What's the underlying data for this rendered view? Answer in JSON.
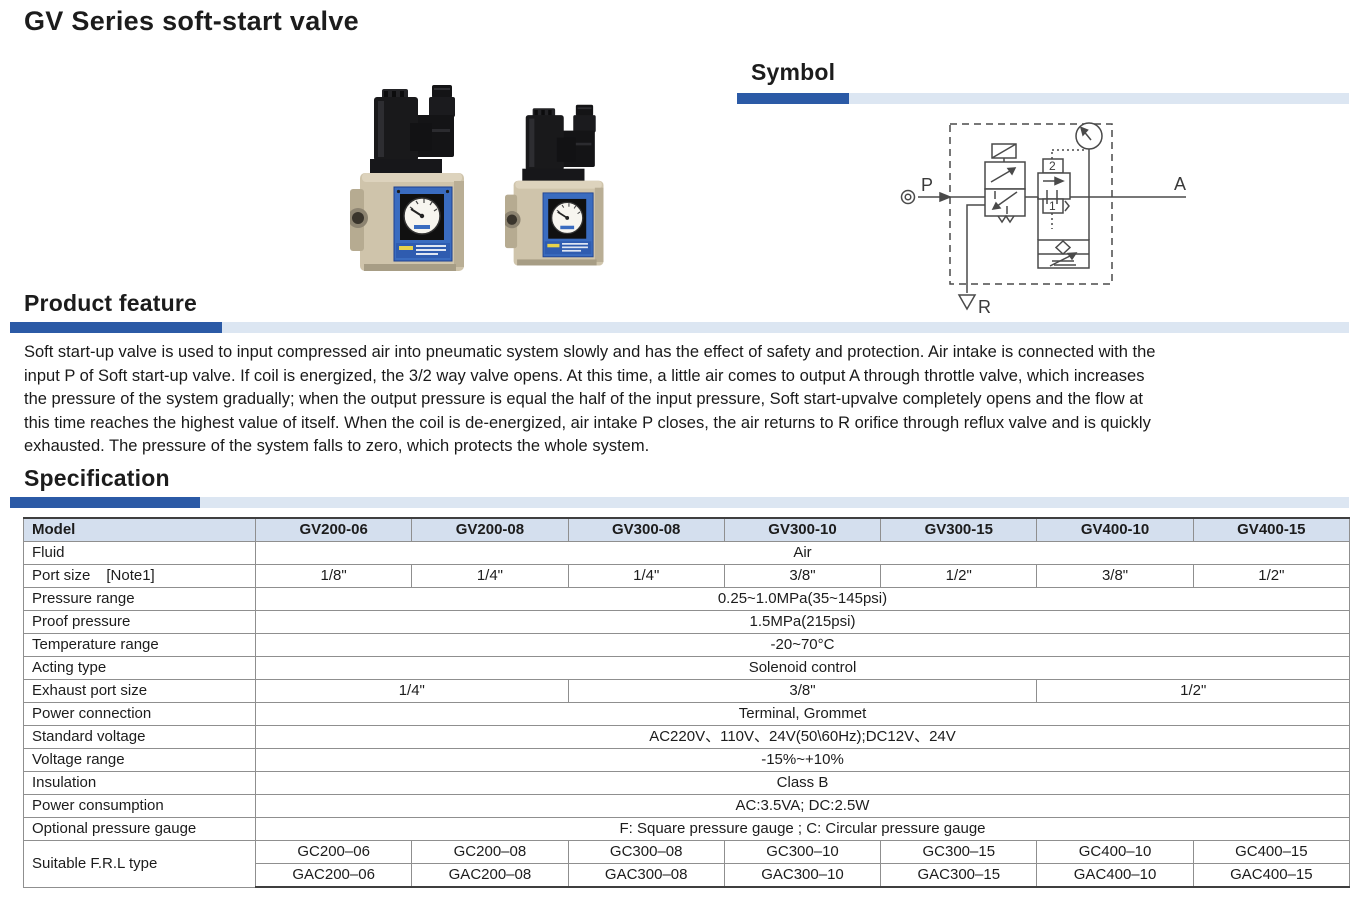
{
  "page": {
    "title": "GV Series soft-start valve"
  },
  "sections": {
    "symbol": {
      "heading": "Symbol"
    },
    "product_feature": {
      "heading": "Product feature",
      "lines": [
        "Soft start-up valve is used to input compressed air into pneumatic system slowly and has the effect of safety and protection. Air intake is connected with the",
        "input P of Soft start-up valve. If coil is energized, the 3/2 way valve opens. At this time, a little air comes to output A through throttle valve, which increases",
        "the pressure of the system gradually; when the output pressure is equal  the half of the input pressure, Soft start-upvalve completely opens and the flow at",
        "this time reaches the highest value of itself. When the coil is de-energized, air intake P closes, the air returns to R orifice through reflux valve and is quickly",
        "exhausted. The pressure of the system falls to zero, which protects the whole system."
      ]
    },
    "specification": {
      "heading": "Specification"
    }
  },
  "symbol_diagram": {
    "port_p": "P",
    "port_a": "A",
    "port_r": "R",
    "pos_2": "2",
    "pos_1": "1"
  },
  "spec_table": {
    "header": [
      "Model",
      "GV200-06",
      "GV200-08",
      "GV300-08",
      "GV300-10",
      "GV300-15",
      "GV400-10",
      "GV400-15"
    ],
    "rows": {
      "fluid": {
        "label": "Fluid",
        "value": "Air"
      },
      "port_size": {
        "label": "Port size",
        "note": "[Note1]",
        "values": [
          "1/8\"",
          "1/4\"",
          "1/4\"",
          "3/8\"",
          "1/2\"",
          "3/8\"",
          "1/2\""
        ]
      },
      "pressure_range": {
        "label": "Pressure range",
        "value": "0.25~1.0MPa(35~145psi)"
      },
      "proof_pressure": {
        "label": "Proof pressure",
        "value": "1.5MPa(215psi)"
      },
      "temperature_range": {
        "label": "Temperature range",
        "value": "-20~70°C"
      },
      "acting_type": {
        "label": "Acting type",
        "value": "Solenoid control"
      },
      "exhaust_port_size": {
        "label": "Exhaust port size",
        "values": [
          "1/4\"",
          "3/8\"",
          "1/2\""
        ]
      },
      "power_connection": {
        "label": "Power connection",
        "value": "Terminal, Grommet"
      },
      "standard_voltage": {
        "label": "Standard voltage",
        "value": "AC220V、110V、24V(50\\60Hz);DC12V、24V"
      },
      "voltage_range": {
        "label": "Voltage range",
        "value": "-15%~+10%"
      },
      "insulation": {
        "label": "Insulation",
        "value": "Class B"
      },
      "power_consumption": {
        "label": "Power consumption",
        "value": "AC:3.5VA; DC:2.5W"
      },
      "optional_pressure_gauge": {
        "label": "Optional pressure gauge",
        "value": "F: Square pressure gauge ;  C: Circular pressure gauge"
      },
      "suitable_frl": {
        "label": "Suitable F.R.L type",
        "gc": [
          "GC200–06",
          "GC200–08",
          "GC300–08",
          "GC300–10",
          "GC300–15",
          "GC400–10",
          "GC400–15"
        ],
        "gac": [
          "GAC200–06",
          "GAC200–08",
          "GAC300–08",
          "GAC300–10",
          "GAC300–15",
          "GAC400–10",
          "GAC400–15"
        ]
      }
    }
  },
  "colors": {
    "accent_dark_blue": "#2b5aa6",
    "accent_light_blue": "#dce6f2",
    "table_header_bg": "#d4dfee",
    "valve_panel_blue": "#3a6cc0",
    "valve_body_beige": "#cfc4ab"
  }
}
